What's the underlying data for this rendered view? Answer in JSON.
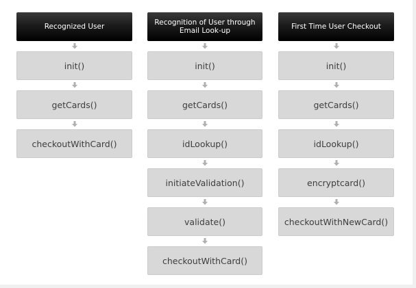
{
  "columns": [
    {
      "header": "Recognized User",
      "steps": [
        "init()",
        "getCards()",
        "checkoutWithCard()"
      ]
    },
    {
      "header": "Recognition of User through Email Look-up",
      "steps": [
        "init()",
        "getCards()",
        "idLookup()",
        "initiateValidation()",
        "validate()",
        "checkoutWithCard()"
      ]
    },
    {
      "header": "First Time  User Checkout",
      "steps": [
        "init()",
        "getCards()",
        "idLookup()",
        "encryptcard()",
        "checkoutWithNewCard()"
      ]
    }
  ],
  "colors": {
    "header_bg": "#000000",
    "header_text": "#ffffff",
    "step_bg": "#d8d8d8",
    "step_text": "#3d3d3d",
    "arrow": "#b0b0b0"
  },
  "icons": {
    "connector": "down-arrow-icon"
  }
}
